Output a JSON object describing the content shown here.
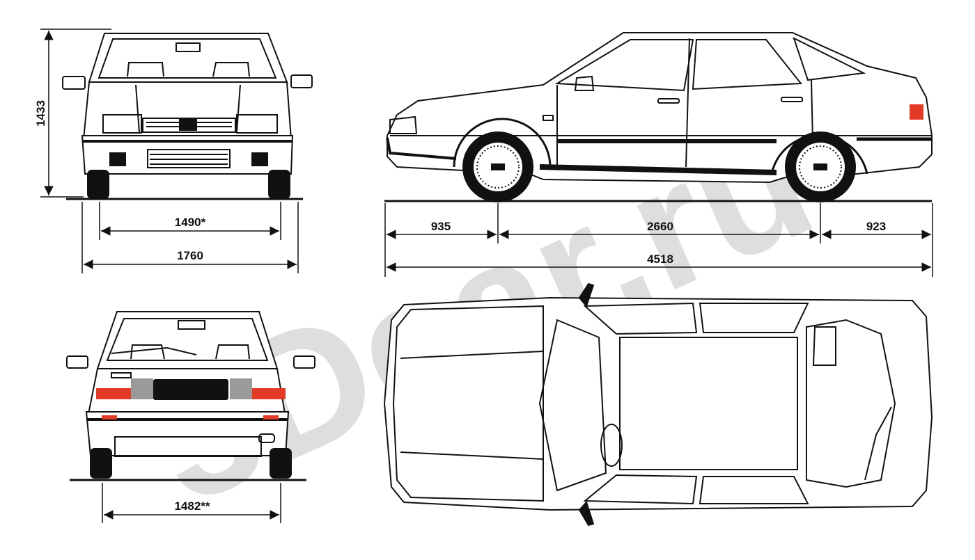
{
  "watermark": "3Dcar.ru",
  "dimensions": {
    "height": "1433",
    "front_track": "1490*",
    "width": "1760",
    "rear_track": "1482**",
    "front_overhang": "935",
    "wheelbase": "2660",
    "rear_overhang": "923",
    "length": "4518"
  },
  "colors": {
    "line": "#111111",
    "tail_light": "#e23a25",
    "watermark": "#d8d8d8",
    "shade": "#9a9a9a"
  }
}
